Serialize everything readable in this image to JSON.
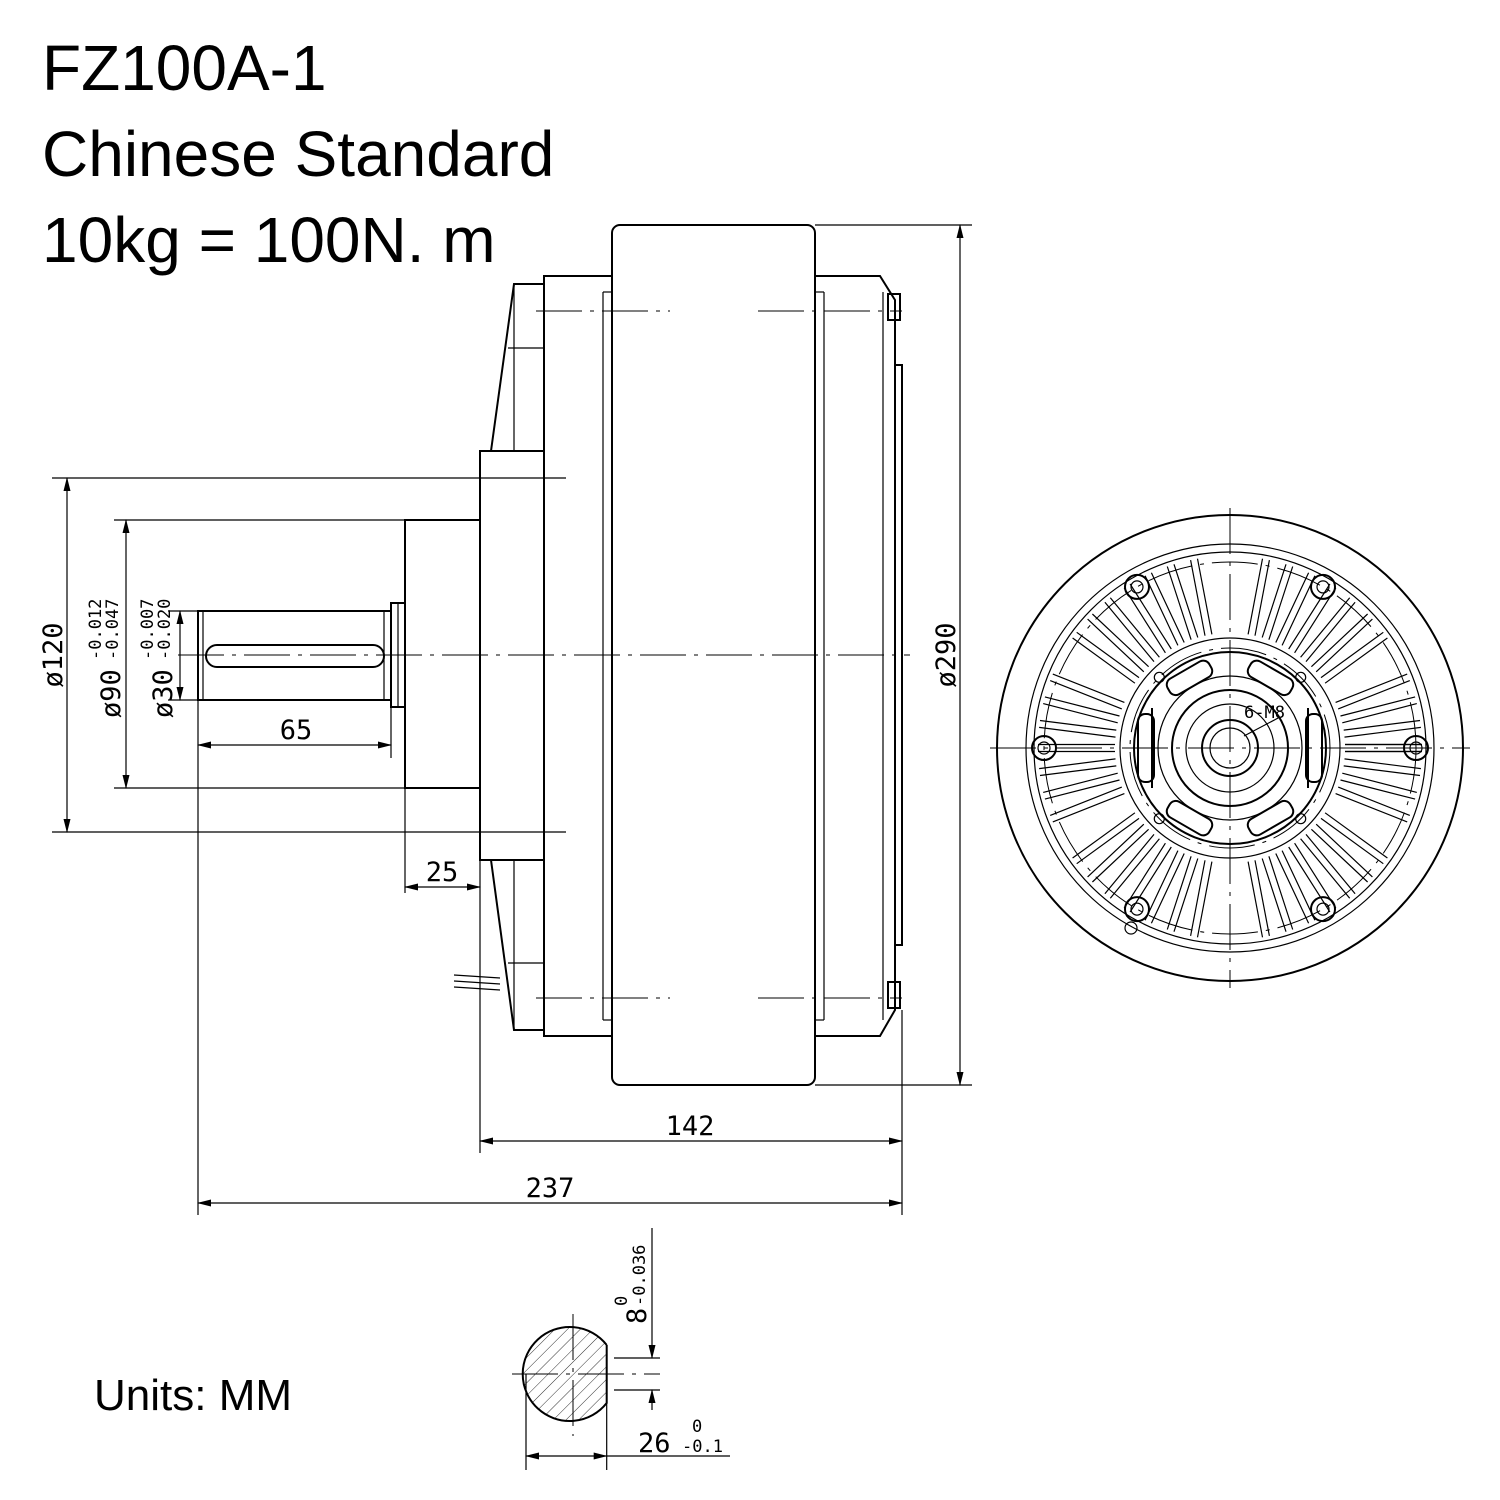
{
  "title": {
    "model": "FZ100A-1",
    "standard": "Chinese Standard",
    "torque": "10kg = 100N. m"
  },
  "units_note": "Units: MM",
  "dimensions": {
    "shaft_length": "65",
    "hub_length": "25",
    "body_width": "142",
    "overall_length": "237",
    "flange_dia": "ø120",
    "hub_dia": "ø90",
    "hub_dia_upper_dev": "-0.012",
    "hub_dia_lower_dev": "-0.047",
    "shaft_dia": "ø30",
    "shaft_dia_upper_dev": "-0.007",
    "shaft_dia_lower_dev": "-0.020",
    "outer_dia": "ø290",
    "bolt_holes": "6-M8",
    "key_width": "8",
    "key_width_upper_dev": "0",
    "key_width_lower_dev": "-0.036",
    "key_depth": "26",
    "key_depth_upper_dev": "0",
    "key_depth_lower_dev": "-0.1"
  }
}
